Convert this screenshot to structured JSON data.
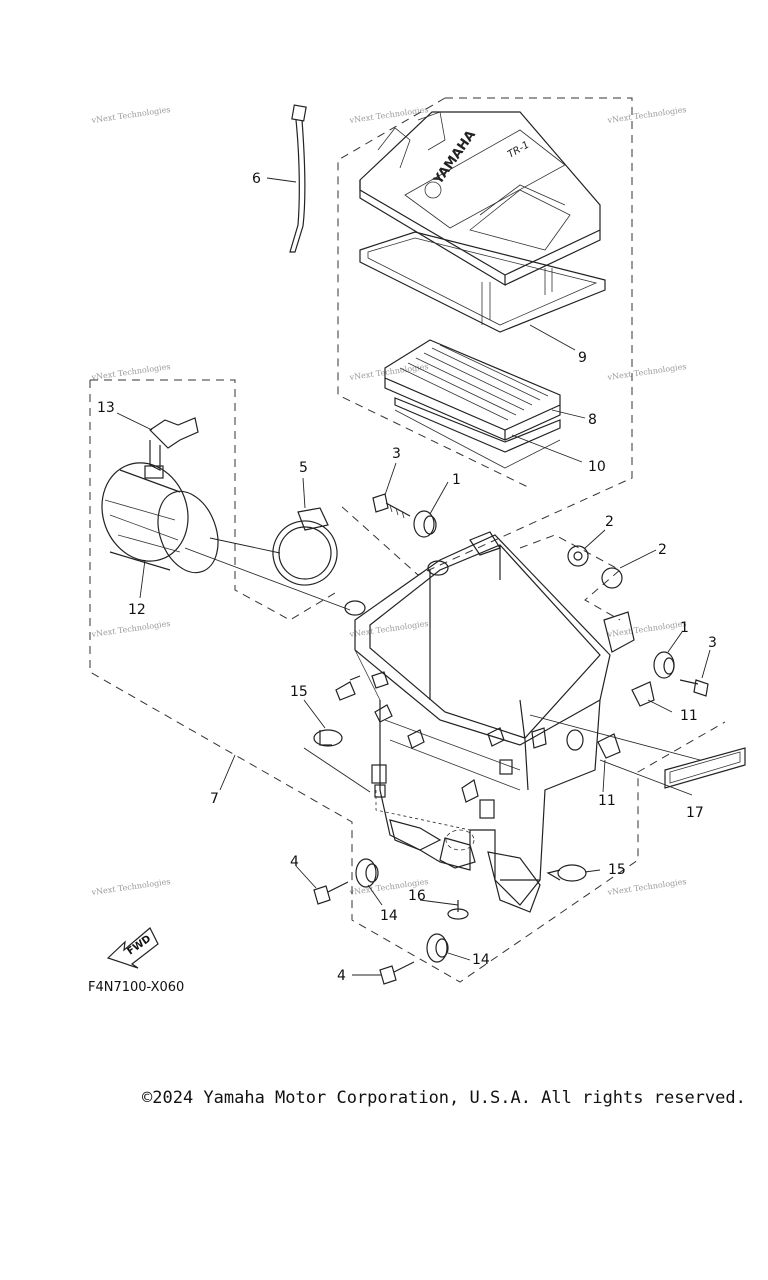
{
  "diagram_code": "F4N7100-X060",
  "copyright": "©2024 Yamaha Motor Corporation, U.S.A. All rights reserved.",
  "watermark": "vNext Technologies",
  "fwd_label": "FWD",
  "brand_on_part": "YAMAHA",
  "model_on_part": "TR-1",
  "callouts": [
    "1",
    "1",
    "2",
    "2",
    "3",
    "3",
    "4",
    "4",
    "5",
    "6",
    "7",
    "8",
    "9",
    "10",
    "11",
    "11",
    "12",
    "13",
    "14",
    "14",
    "15",
    "15",
    "16",
    "17"
  ]
}
